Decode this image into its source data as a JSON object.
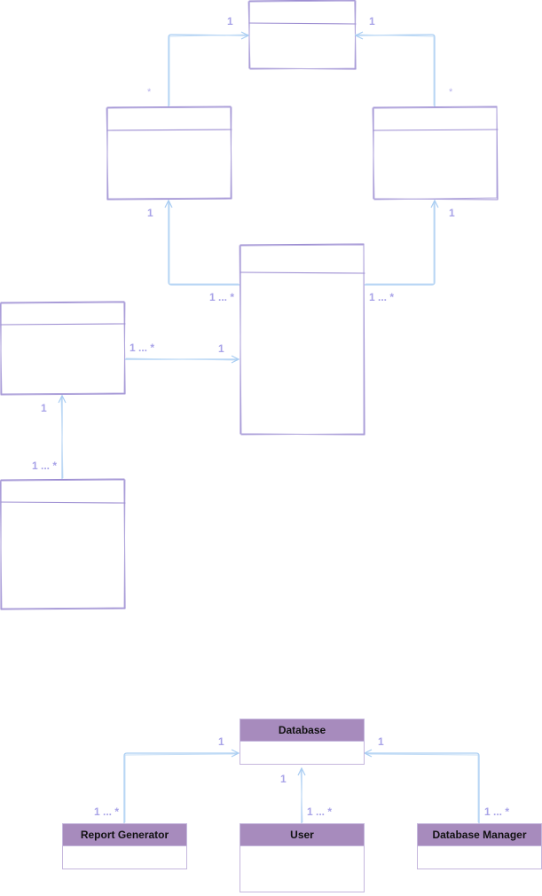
{
  "sketch_diagram": {
    "multiplicities": {
      "top_left_target": "1",
      "top_right_target": "1",
      "left_mid_source": "*",
      "right_mid_source": "*",
      "left_mid_target": "1",
      "right_mid_target": "1",
      "center_left_source": "1 ... *",
      "center_right_source": "1 ... *",
      "side_source": "1 ... *",
      "side_target": "1",
      "bottom_left_target": "1",
      "bottom_left_source": "1 ... *"
    }
  },
  "uml_diagram": {
    "classes": {
      "database": "Database",
      "report_generator": "Report Generator",
      "user": "User",
      "database_manager": "Database Manager"
    },
    "multiplicities": {
      "report_to_db_target": "1",
      "report_to_db_source": "1 ... *",
      "user_to_db_target": "1",
      "user_to_db_source": "1 ... *",
      "manager_to_db_target": "1",
      "manager_to_db_source": "1 ... *"
    },
    "colors": {
      "header_fill": "#a78bbd",
      "border": "#c5b7dd",
      "connector": "#a9cdf2",
      "label": "#a8a3e8"
    }
  }
}
